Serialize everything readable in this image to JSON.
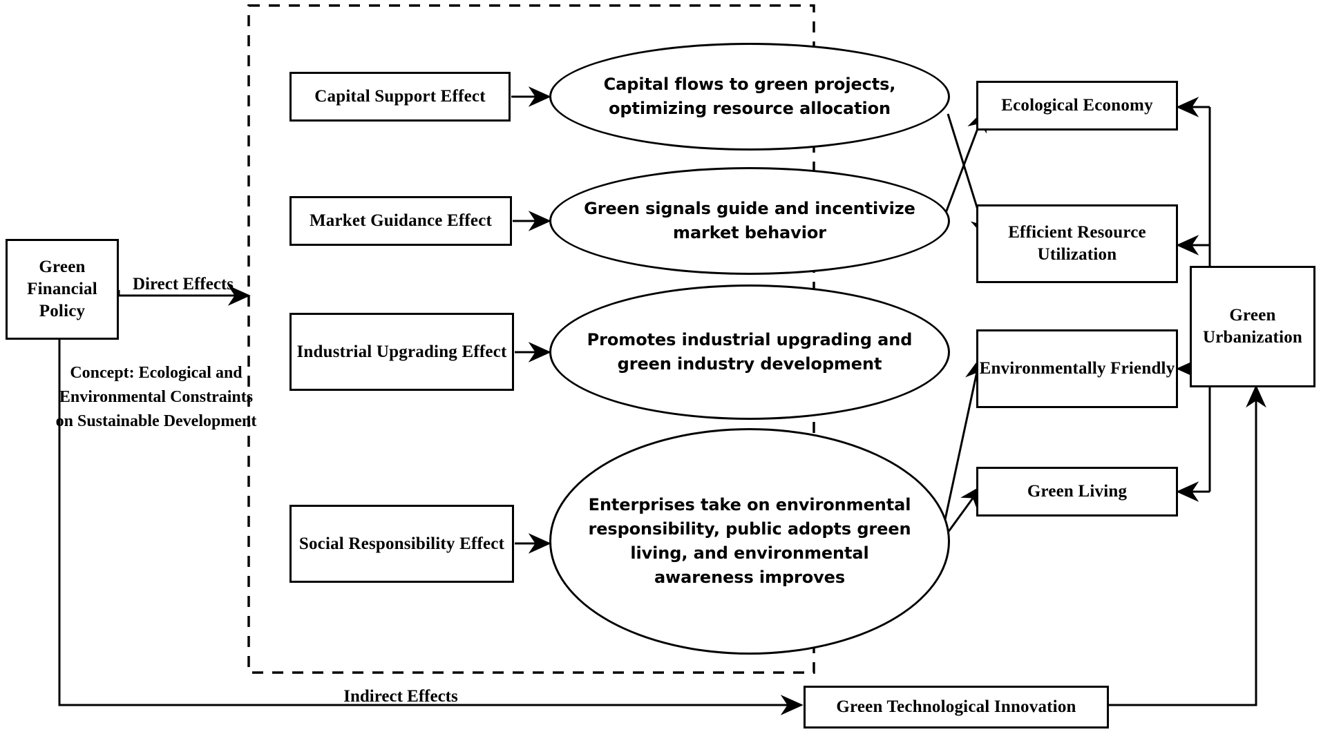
{
  "diagram": {
    "title": "Green Financial Policy mechanism diagram",
    "ink_color": "#000000",
    "background_color": "#ffffff"
  },
  "source": {
    "policy_box": "Green\nFinancial\nPolicy",
    "policy_line1": "Green",
    "policy_line2": "Financial",
    "policy_line3": "Policy",
    "concept_note": "Concept: Ecological and Environmental Constraints on Sustainable Development"
  },
  "edge_labels": {
    "direct": "Direct Effects",
    "indirect": "Indirect Effects"
  },
  "effects": [
    {
      "id": "capital-support",
      "label": "Capital Support Effect"
    },
    {
      "id": "market-guidance",
      "label": "Market Guidance Effect"
    },
    {
      "id": "industrial-upgrading",
      "label": "Industrial Upgrading Effect"
    },
    {
      "id": "social-responsibility",
      "label": "Social Responsibility Effect"
    }
  ],
  "mechanisms": [
    {
      "id": "capital-flows",
      "label": "Capital flows to green projects, optimizing resource allocation"
    },
    {
      "id": "green-signals",
      "label": "Green signals guide and incentivize market behavior"
    },
    {
      "id": "industrial-promotion",
      "label": "Promotes industrial upgrading and green industry development"
    },
    {
      "id": "enterprise-responsibility",
      "label": "Enterprises take on environmental responsibility, public adopts green living, and environmental awareness improves"
    }
  ],
  "outcomes": [
    {
      "id": "ecological-economy",
      "label": "Ecological Economy"
    },
    {
      "id": "efficient-resource-utilization",
      "label": "Efficient Resource Utilization"
    },
    {
      "id": "environmentally-friendly",
      "label": "Environmentally Friendly"
    },
    {
      "id": "green-living",
      "label": "Green Living"
    }
  ],
  "aggregate": {
    "id": "green-urbanization",
    "label": "Green Urbanization"
  },
  "mediator": {
    "id": "green-technological-innovation",
    "label": "Green Technological Innovation"
  }
}
